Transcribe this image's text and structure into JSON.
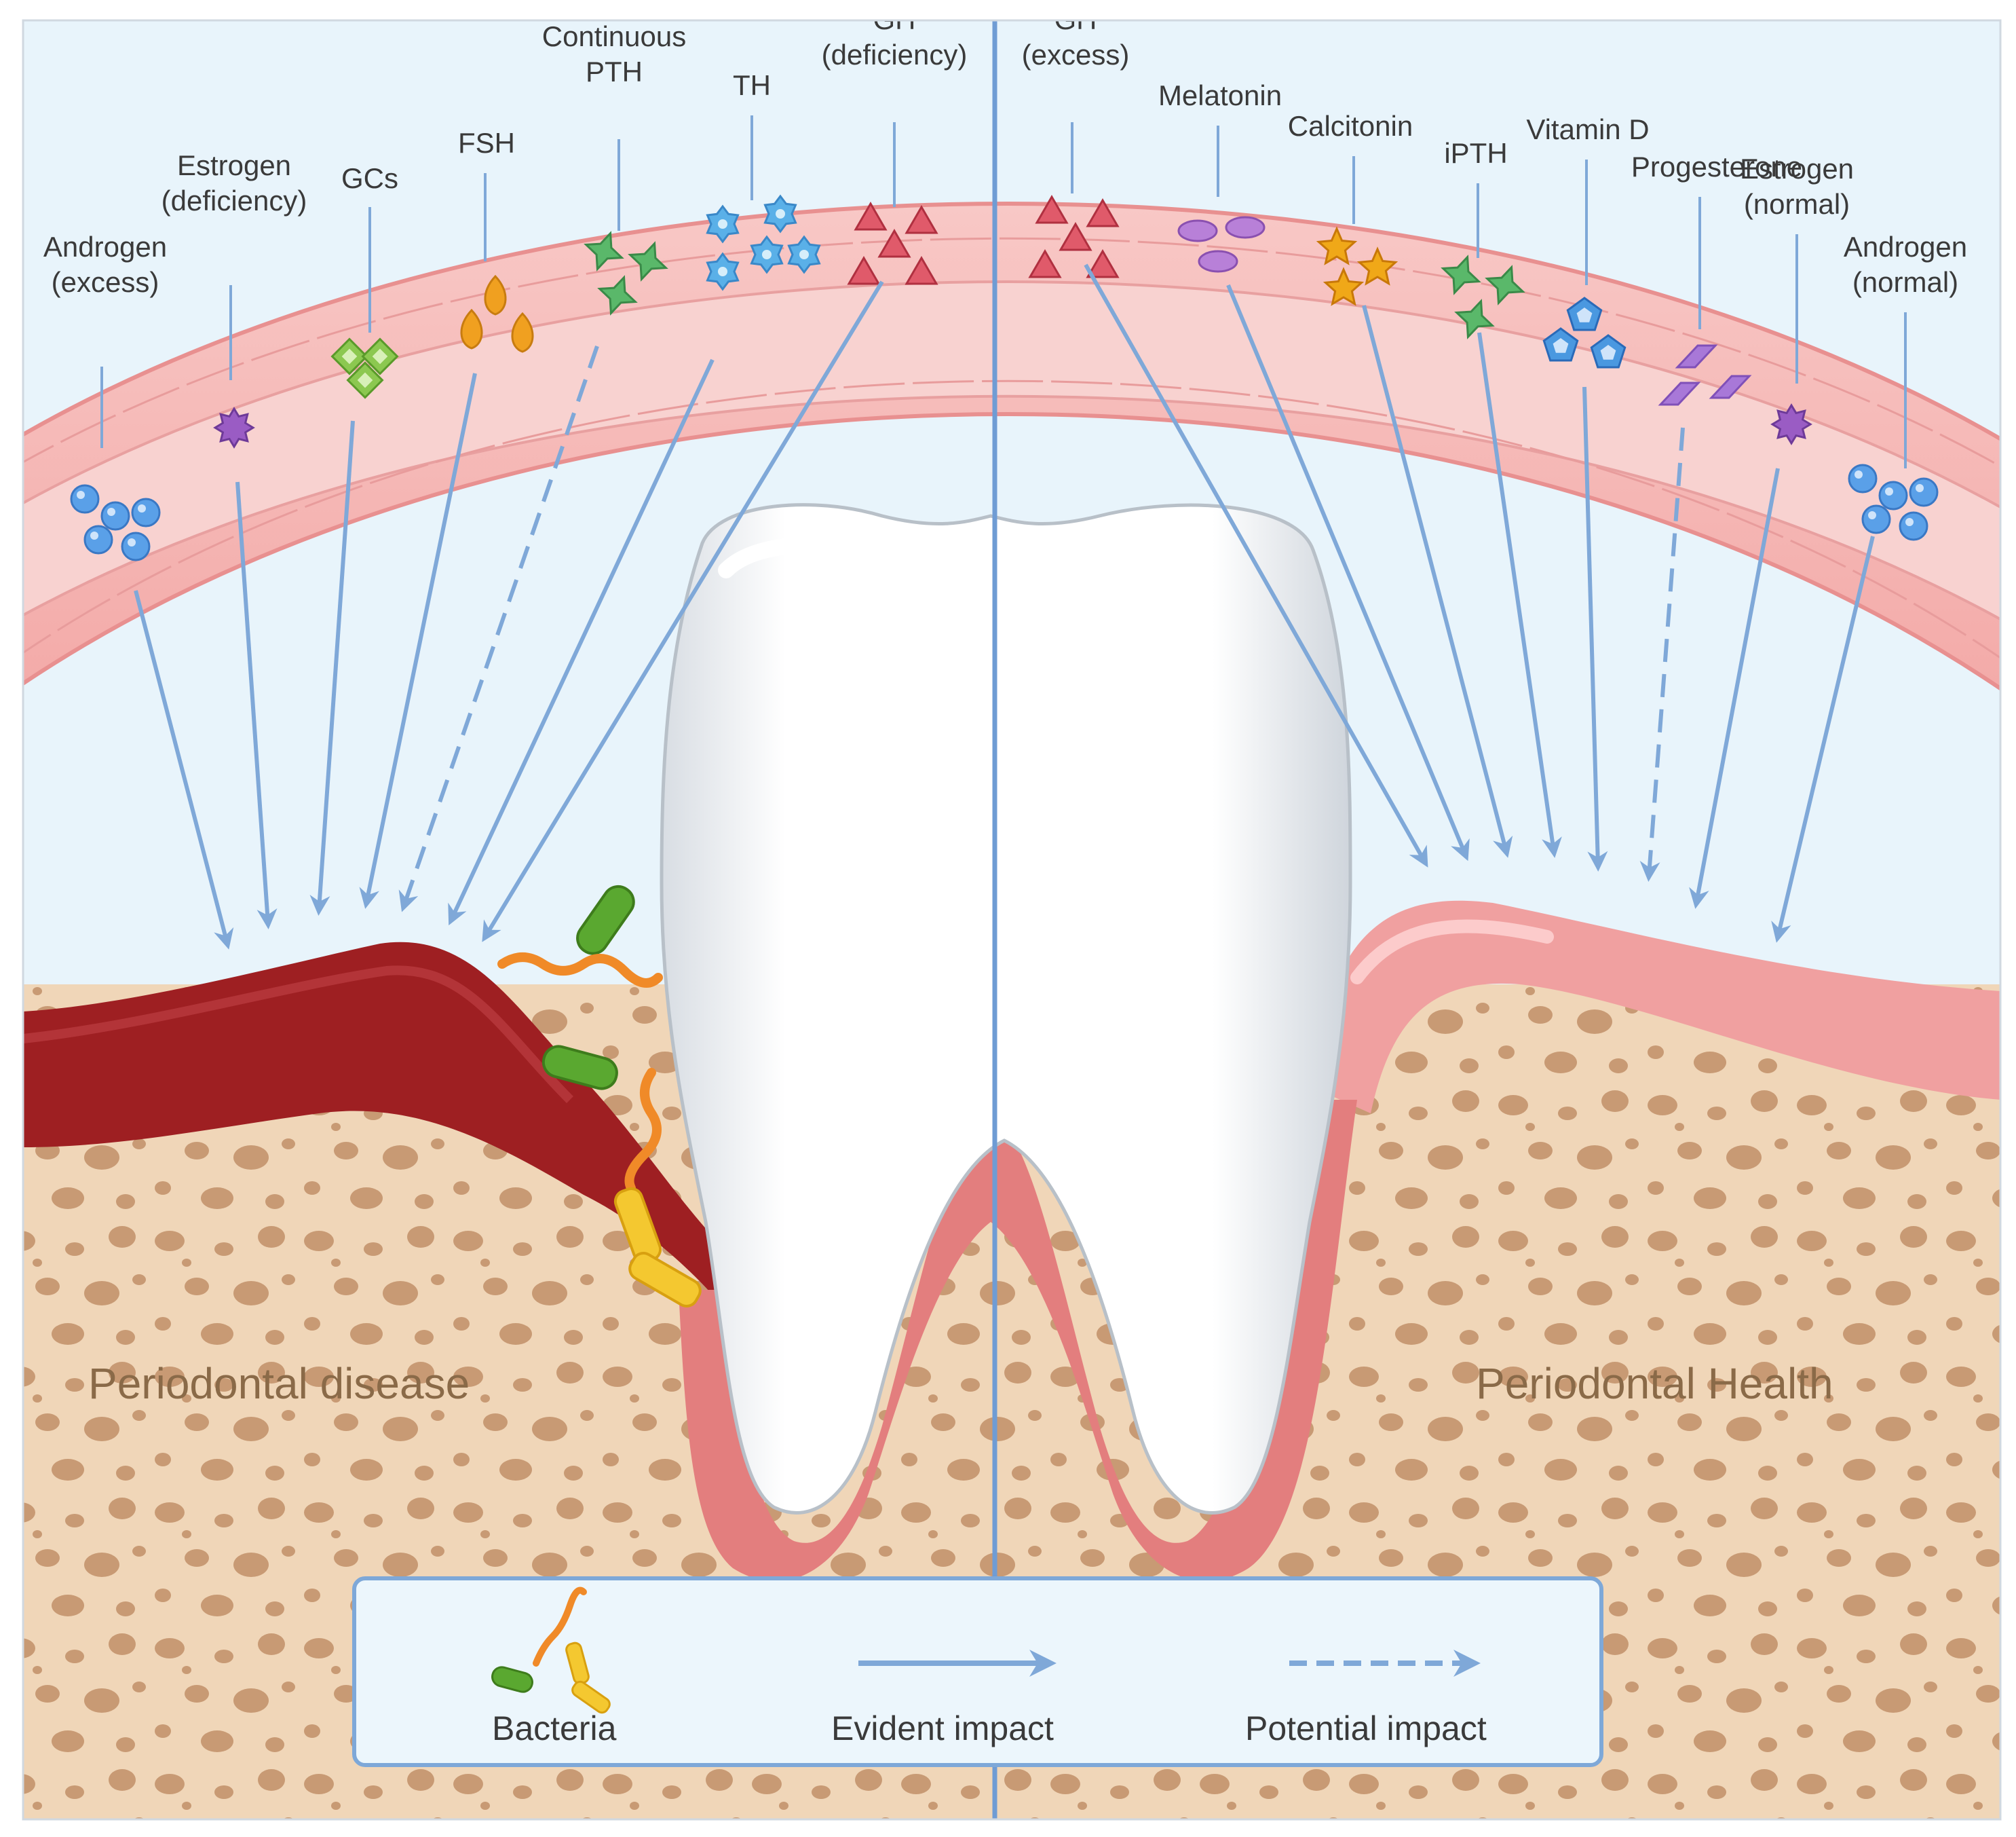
{
  "hormones_left": [
    {
      "id": "androgen-excess",
      "lines": [
        "Androgen",
        "(excess)"
      ],
      "impact": "evident",
      "shape": "circle",
      "color": "#5aa0e8"
    },
    {
      "id": "estrogen-deficiency",
      "lines": [
        "Estrogen",
        "(deficiency)"
      ],
      "impact": "evident",
      "shape": "spiky",
      "color": "#9a5cc4"
    },
    {
      "id": "gcs",
      "lines": [
        "GCs"
      ],
      "impact": "evident",
      "shape": "diamond",
      "color": "#8cc850"
    },
    {
      "id": "fsh",
      "lines": [
        "FSH"
      ],
      "impact": "evident",
      "shape": "drop",
      "color": "#f0a020"
    },
    {
      "id": "continuous-pth",
      "lines": [
        "Continuous",
        "PTH"
      ],
      "impact": "potential",
      "shape": "cross",
      "color": "#5ab86a"
    },
    {
      "id": "th",
      "lines": [
        "TH"
      ],
      "impact": "evident",
      "shape": "gear",
      "color": "#5ab0e8"
    },
    {
      "id": "gh-deficiency",
      "lines": [
        "GH",
        "(deficiency)"
      ],
      "impact": "evident",
      "shape": "triangle",
      "color": "#e05a6a"
    }
  ],
  "hormones_right": [
    {
      "id": "gh-excess",
      "lines": [
        "GH",
        "(excess)"
      ],
      "impact": "evident",
      "shape": "triangle",
      "color": "#e05a6a"
    },
    {
      "id": "melatonin",
      "lines": [
        "Melatonin"
      ],
      "impact": "evident",
      "shape": "ellipse",
      "color": "#b880d8"
    },
    {
      "id": "calcitonin",
      "lines": [
        "Calcitonin"
      ],
      "impact": "evident",
      "shape": "star",
      "color": "#f0a818"
    },
    {
      "id": "ipth",
      "lines": [
        "iPTH"
      ],
      "impact": "evident",
      "shape": "cross",
      "color": "#5ab86a"
    },
    {
      "id": "vitamin-d",
      "lines": [
        "Vitamin D"
      ],
      "impact": "evident",
      "shape": "pentagon",
      "color": "#4a98e0"
    },
    {
      "id": "progesterone",
      "lines": [
        "Progesterone"
      ],
      "impact": "potential",
      "shape": "rhombus",
      "color": "#a878d8"
    },
    {
      "id": "estrogen-normal",
      "lines": [
        "Estrogen",
        "(normal)"
      ],
      "impact": "evident",
      "shape": "spiky",
      "color": "#9a5cc4"
    },
    {
      "id": "androgen-normal",
      "lines": [
        "Androgen",
        "(normal)"
      ],
      "impact": "evident",
      "shape": "circle",
      "color": "#5aa0e8"
    }
  ],
  "regions": {
    "left": "Periodontal disease",
    "right": "Periodontal Health"
  },
  "legend": {
    "bacteria": "Bacteria",
    "evident": "Evident impact",
    "potential": "Potential impact"
  },
  "colors": {
    "sky": "#e8f4fb",
    "vessel": "#f4b6b4",
    "inflamed_gum": "#9e1f22",
    "healthy_gum": "#f0a0a0",
    "bone": "#f0d6b8",
    "arrow": "#7fa8d8"
  }
}
